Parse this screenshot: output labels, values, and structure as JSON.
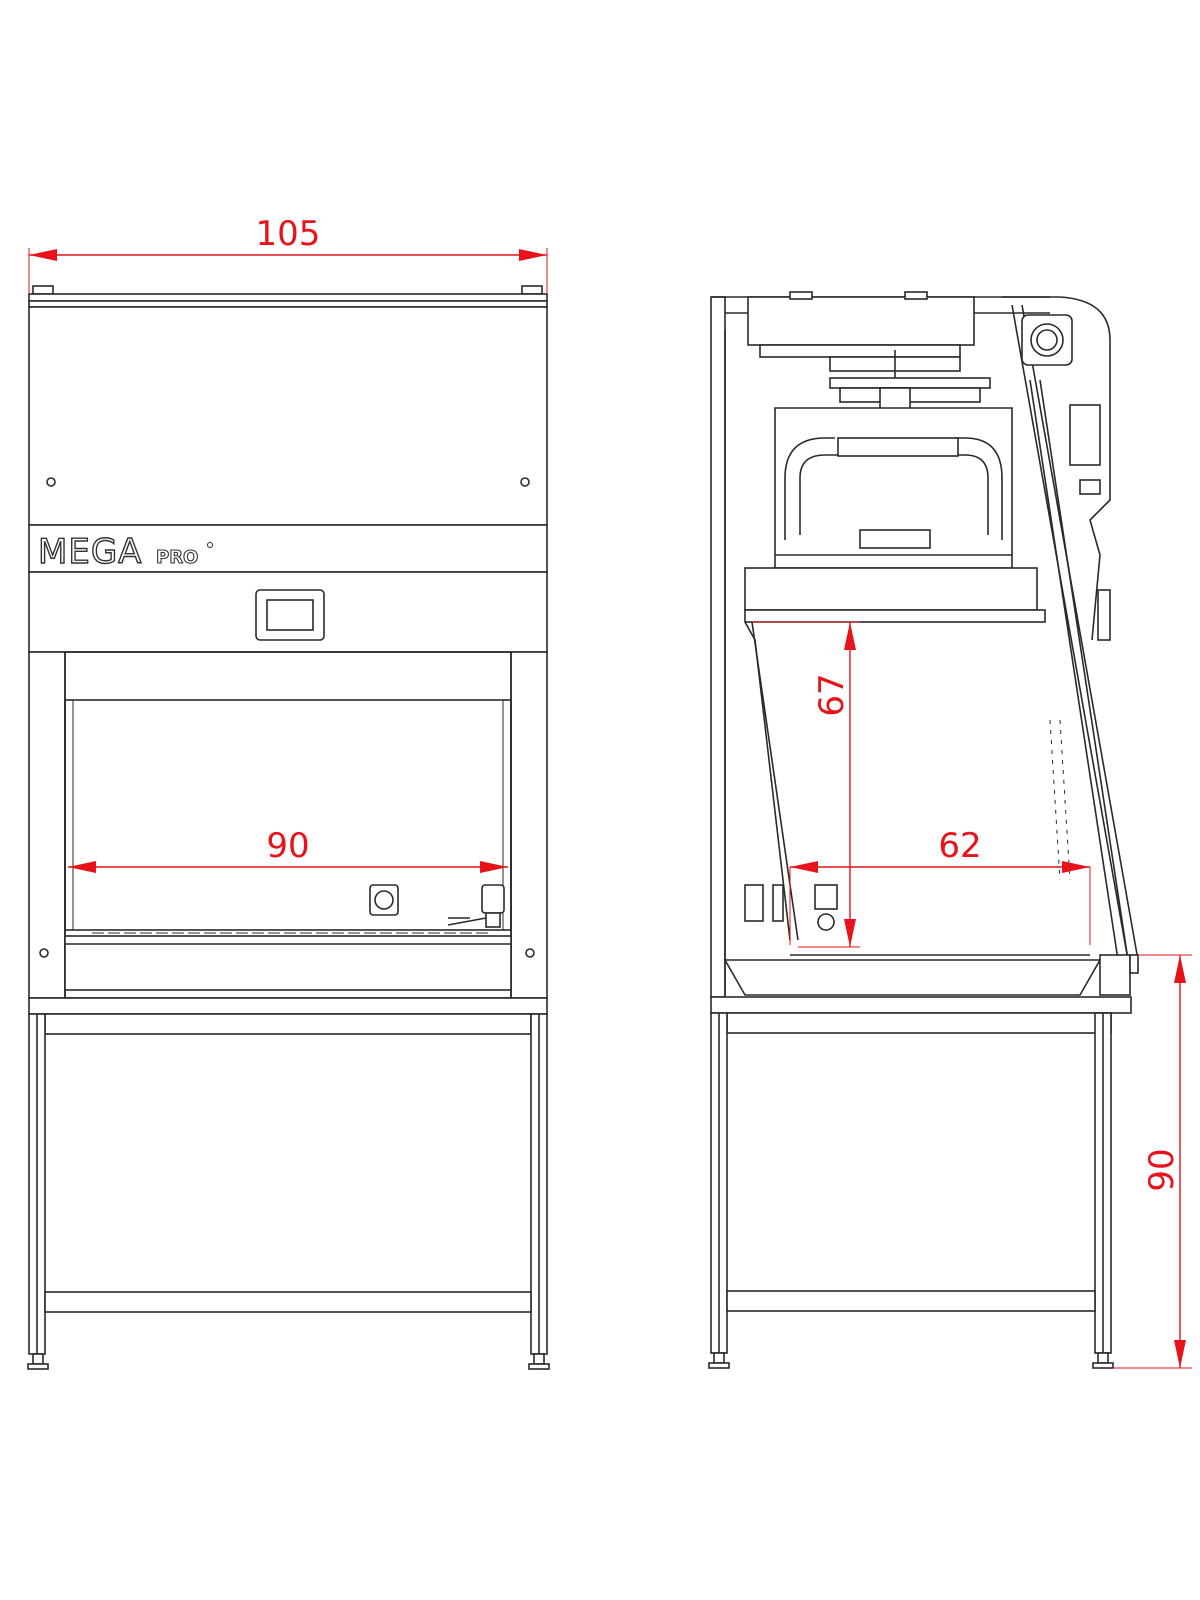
{
  "brand": {
    "logo_main": "MEGA",
    "logo_sub": "PRO"
  },
  "dimensions": {
    "front_overall_width": "105",
    "front_work_width": "90",
    "side_opening_height": "67",
    "side_work_depth": "62",
    "side_stand_height": "90"
  },
  "colors": {
    "dimension": "#e8131a",
    "line": "#2a2a2a",
    "background": "#ffffff"
  }
}
